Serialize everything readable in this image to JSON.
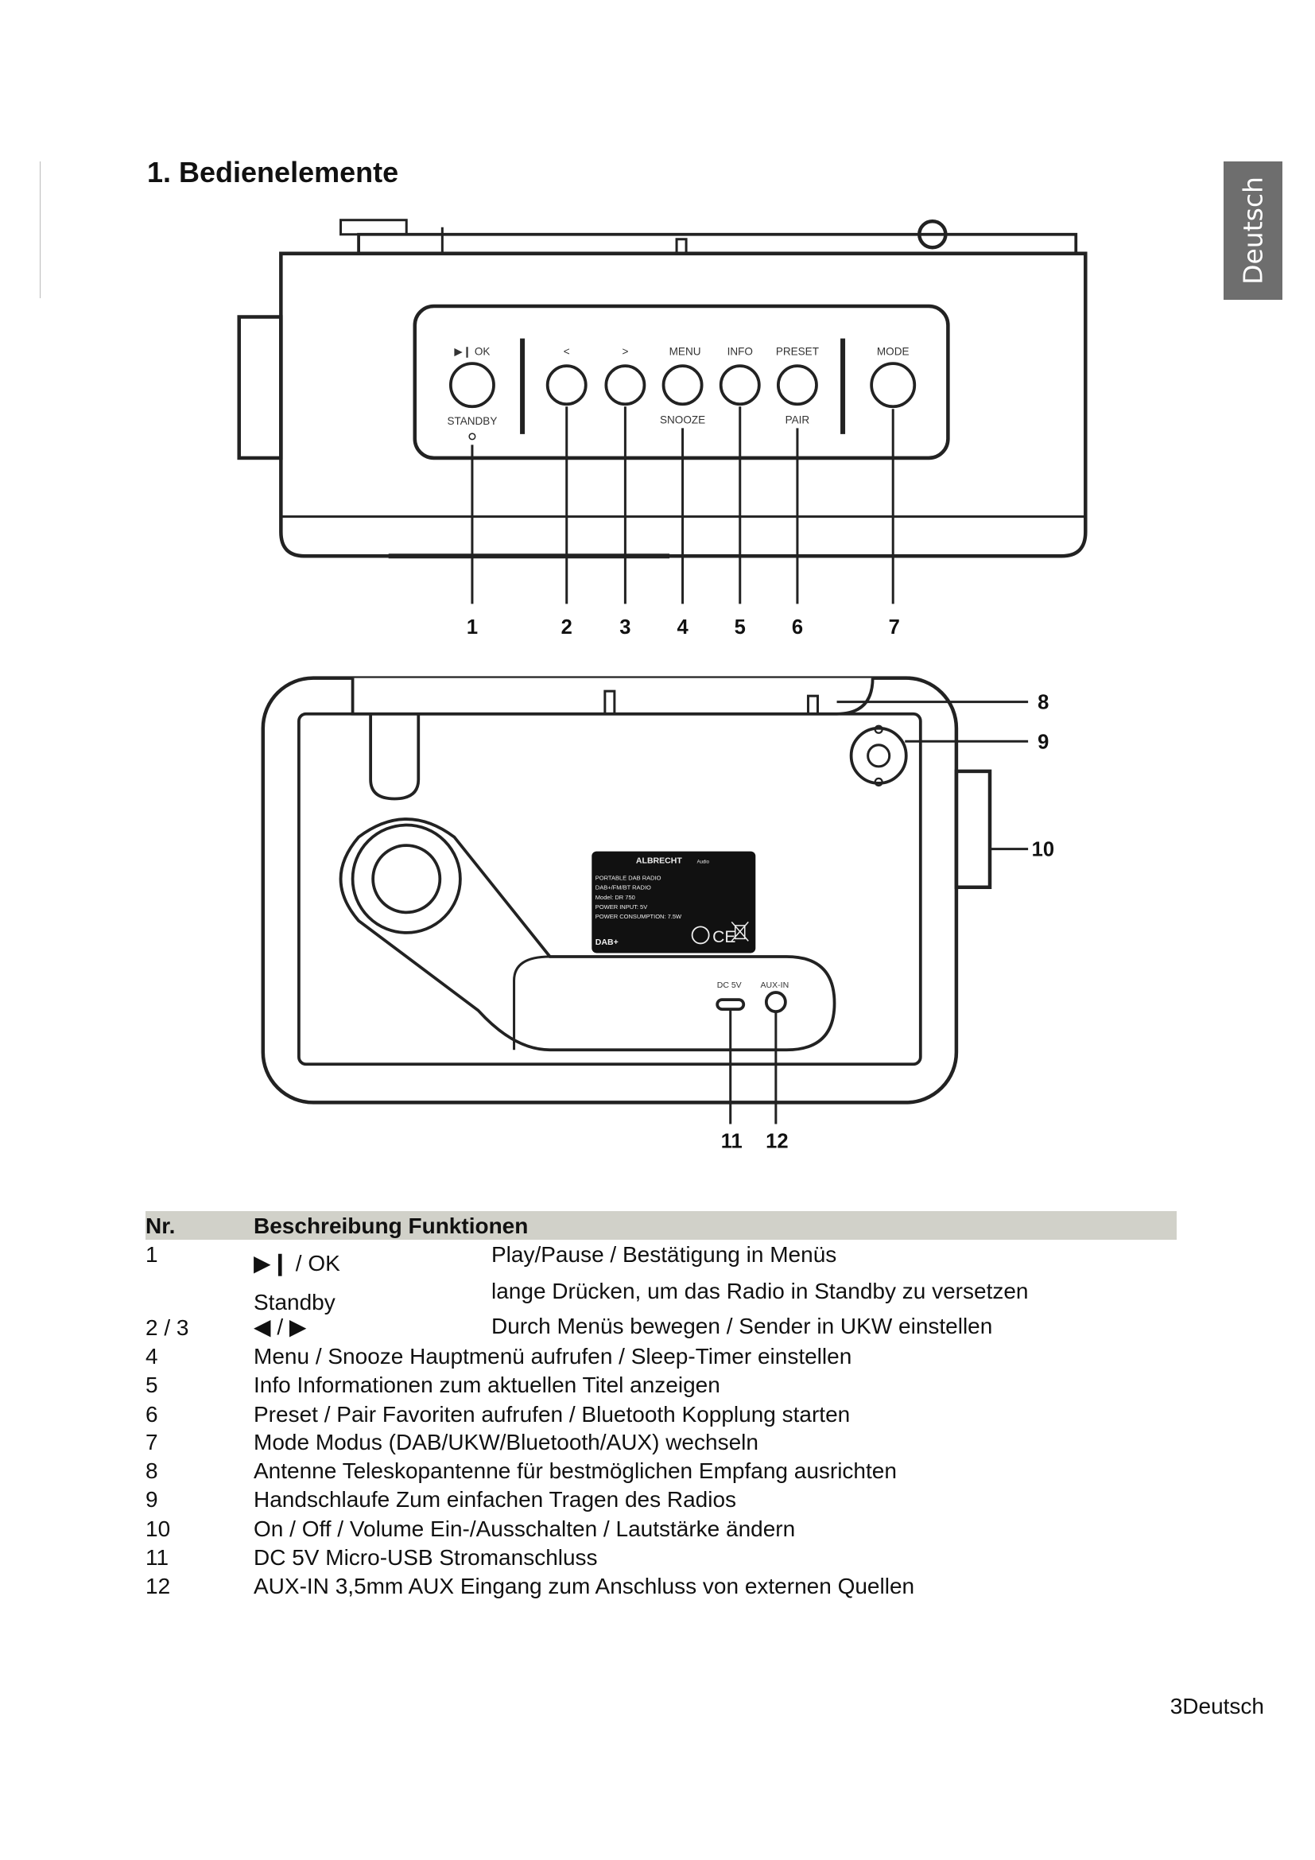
{
  "page": {
    "title": "1. Bedienelemente",
    "language_tab": "Deutsch",
    "footer": "3Deutsch"
  },
  "diagram_top": {
    "button_labels_top": [
      "▶❙ OK",
      "<",
      ">",
      "MENU",
      "INFO",
      "PRESET",
      "MODE"
    ],
    "button_labels_bottom": [
      "STANDBY",
      "SNOOZE",
      "PAIR"
    ],
    "callouts": [
      "1",
      "2",
      "3",
      "4",
      "5",
      "6",
      "7"
    ]
  },
  "diagram_bottom": {
    "callouts_right": [
      "8",
      "9",
      "10"
    ],
    "callouts_bottom": [
      "11",
      "12"
    ],
    "port_labels": [
      "DC 5V",
      "AUX-IN"
    ],
    "rating_label": {
      "brand": "ALBRECHT",
      "brand_suffix": "Audio",
      "lines": [
        "PORTABLE DAB RADIO",
        "DAB+/FM/BT RADIO",
        "Model: DR 750",
        "POWER INPUT: 5V",
        "POWER CONSUMPTION: 7.5W"
      ],
      "marks": [
        "DAB+",
        "CE"
      ]
    }
  },
  "table": {
    "headers": [
      "Nr.",
      "Beschreibung Funktionen"
    ],
    "rows": [
      {
        "nr": "1",
        "name": "▶❙ / OK",
        "desc": "Play/Pause / Bestätigung in Menüs"
      },
      {
        "nr": "",
        "name": "Standby",
        "desc": "lange Drücken, um das Radio in Standby zu versetzen"
      },
      {
        "nr": "2 / 3",
        "name": "◀ / ▶",
        "desc": "Durch Menüs bewegen / Sender in UKW einstellen"
      },
      {
        "nr": "4",
        "name": "Menu / Snooze",
        "desc": "Hauptmenü aufrufen / Sleep-Timer einstellen"
      },
      {
        "nr": "5",
        "name": "Info",
        "desc": "Informationen zum aktuellen Titel anzeigen"
      },
      {
        "nr": "6",
        "name": "Preset / Pair",
        "desc": "Favoriten aufrufen / Bluetooth Kopplung starten"
      },
      {
        "nr": "7",
        "name": "Mode",
        "desc": "Modus (DAB/UKW/Bluetooth/AUX) wechseln"
      },
      {
        "nr": "8",
        "name": "Antenne",
        "desc": "Teleskopantenne für bestmöglichen Empfang ausrichten"
      },
      {
        "nr": "9",
        "name": "Handschlaufe",
        "desc": "Zum einfachen Tragen des Radios"
      },
      {
        "nr": "10",
        "name": "On / Off / Volume",
        "desc": "Ein-/Ausschalten / Lautstärke ändern"
      },
      {
        "nr": "11",
        "name": "DC 5V",
        "desc": "Micro-USB Stromanschluss"
      },
      {
        "nr": "12",
        "name": "AUX-IN",
        "desc": "3,5mm AUX Eingang zum Anschluss von externen Quellen"
      }
    ]
  }
}
